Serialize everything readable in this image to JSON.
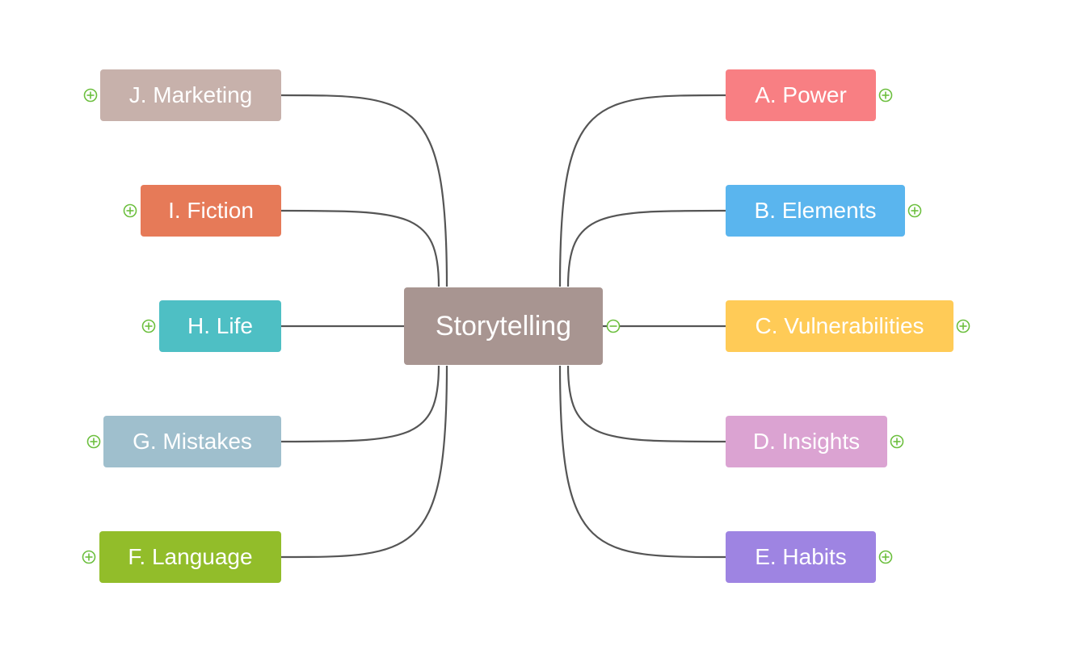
{
  "center": {
    "label": "Storytelling",
    "color": "#a89591",
    "toggle": "collapse-icon"
  },
  "branches_right": [
    {
      "label": "A. Power",
      "color": "#f87f83",
      "toggle": "expand-icon"
    },
    {
      "label": "B. Elements",
      "color": "#5ab5ee",
      "toggle": "expand-icon"
    },
    {
      "label": "C. Vulnerabilities",
      "color": "#ffcb57",
      "toggle": "expand-icon"
    },
    {
      "label": "D. Insights",
      "color": "#dba3d2",
      "toggle": "expand-icon"
    },
    {
      "label": "E. Habits",
      "color": "#9e84e2",
      "toggle": "expand-icon"
    }
  ],
  "branches_left": [
    {
      "label": "J. Marketing",
      "color": "#c7b1ab",
      "toggle": "expand-icon"
    },
    {
      "label": "I. Fiction",
      "color": "#e67a58",
      "toggle": "expand-icon"
    },
    {
      "label": "H. Life",
      "color": "#4ebfc4",
      "toggle": "expand-icon"
    },
    {
      "label": "G. Mistakes",
      "color": "#9fbfcd",
      "toggle": "expand-icon"
    },
    {
      "label": "F. Language",
      "color": "#92bd2a",
      "toggle": "expand-icon"
    }
  ],
  "colors": {
    "link": "#555555",
    "toggle": "#6cbf3e"
  }
}
